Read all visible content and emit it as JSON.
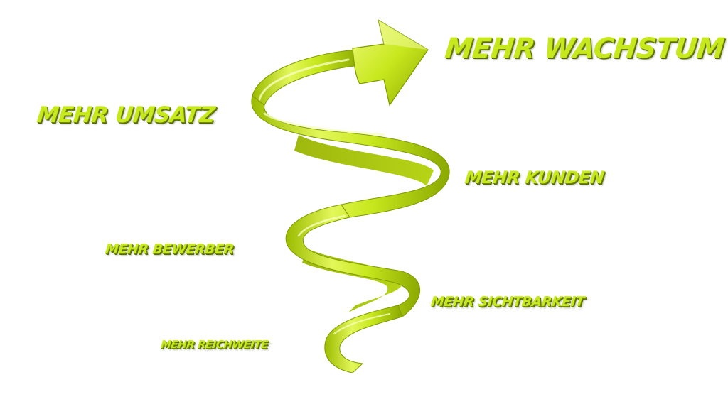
{
  "colors": {
    "accent": "#c8e81e",
    "accent_dark": "#8aa800",
    "accent_light": "#eef98a",
    "background": "#ffffff"
  },
  "labels": {
    "growth": "MEHR WACHSTUM",
    "revenue": "MEHR UMSATZ",
    "customers": "MEHR KUNDEN",
    "applicants": "MEHR BEWERBER",
    "visibility": "MEHR SICHTBARKEIT",
    "reach": "MEHR REICHWEITE"
  },
  "graphic": {
    "shape": "spiral-arrow-icon",
    "direction": "upward"
  }
}
